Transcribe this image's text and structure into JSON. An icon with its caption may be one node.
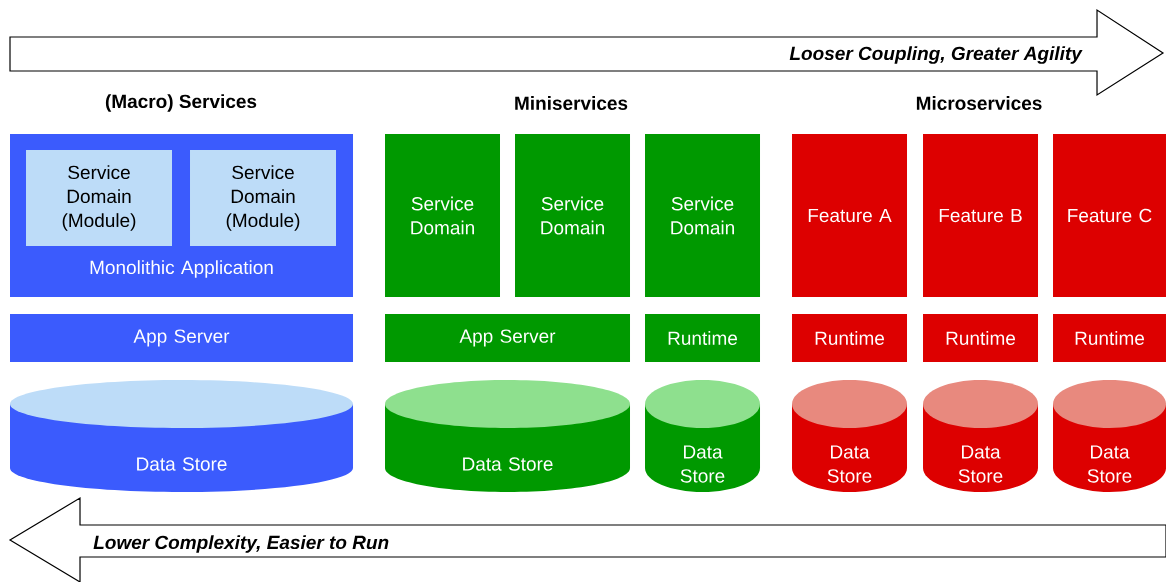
{
  "diagram": {
    "nodes": [
      {
        "text": [
          "Looser Coupling, Greater Agility"
        ]
      },
      {
        "text": [
          "Monolithic Application"
        ]
      },
      {
        "text": [
          "Service Domain (Module)"
        ],
        "in": 1
      },
      {
        "text": [
          "Service Domain (Module)"
        ],
        "in": 1
      },
      {
        "text": [
          "App Server"
        ]
      },
      {
        "text": [
          "Data Store"
        ]
      },
      {
        "text": [
          "Service Domain"
        ]
      },
      {
        "text": [
          "Service Domain"
        ]
      },
      {
        "text": [
          "Service Domain"
        ]
      },
      {
        "text": [
          "App Server"
        ]
      },
      {
        "text": [
          "Runtime"
        ]
      },
      {
        "text": [
          "Data Store"
        ]
      },
      {
        "text": [
          "Data Store"
        ]
      },
      {
        "text": [
          "Feature A"
        ]
      },
      {
        "text": [
          "Feature B"
        ]
      },
      {
        "text": [
          "Feature C"
        ]
      },
      {
        "text": [
          "Runtime"
        ]
      },
      {
        "text": [
          "Runtime"
        ]
      },
      {
        "text": [
          "Runtime"
        ]
      },
      {
        "text": [
          "Data Store"
        ]
      },
      {
        "text": [
          "Data Store"
        ]
      },
      {
        "text": [
          "Data Store"
        ]
      },
      {
        "text": [
          "Lower Complexity, Easier to Run"
        ]
      }
    ],
    "labels": [
      "(Macro) Services",
      "Miniservices",
      "Microservices"
    ]
  }
}
